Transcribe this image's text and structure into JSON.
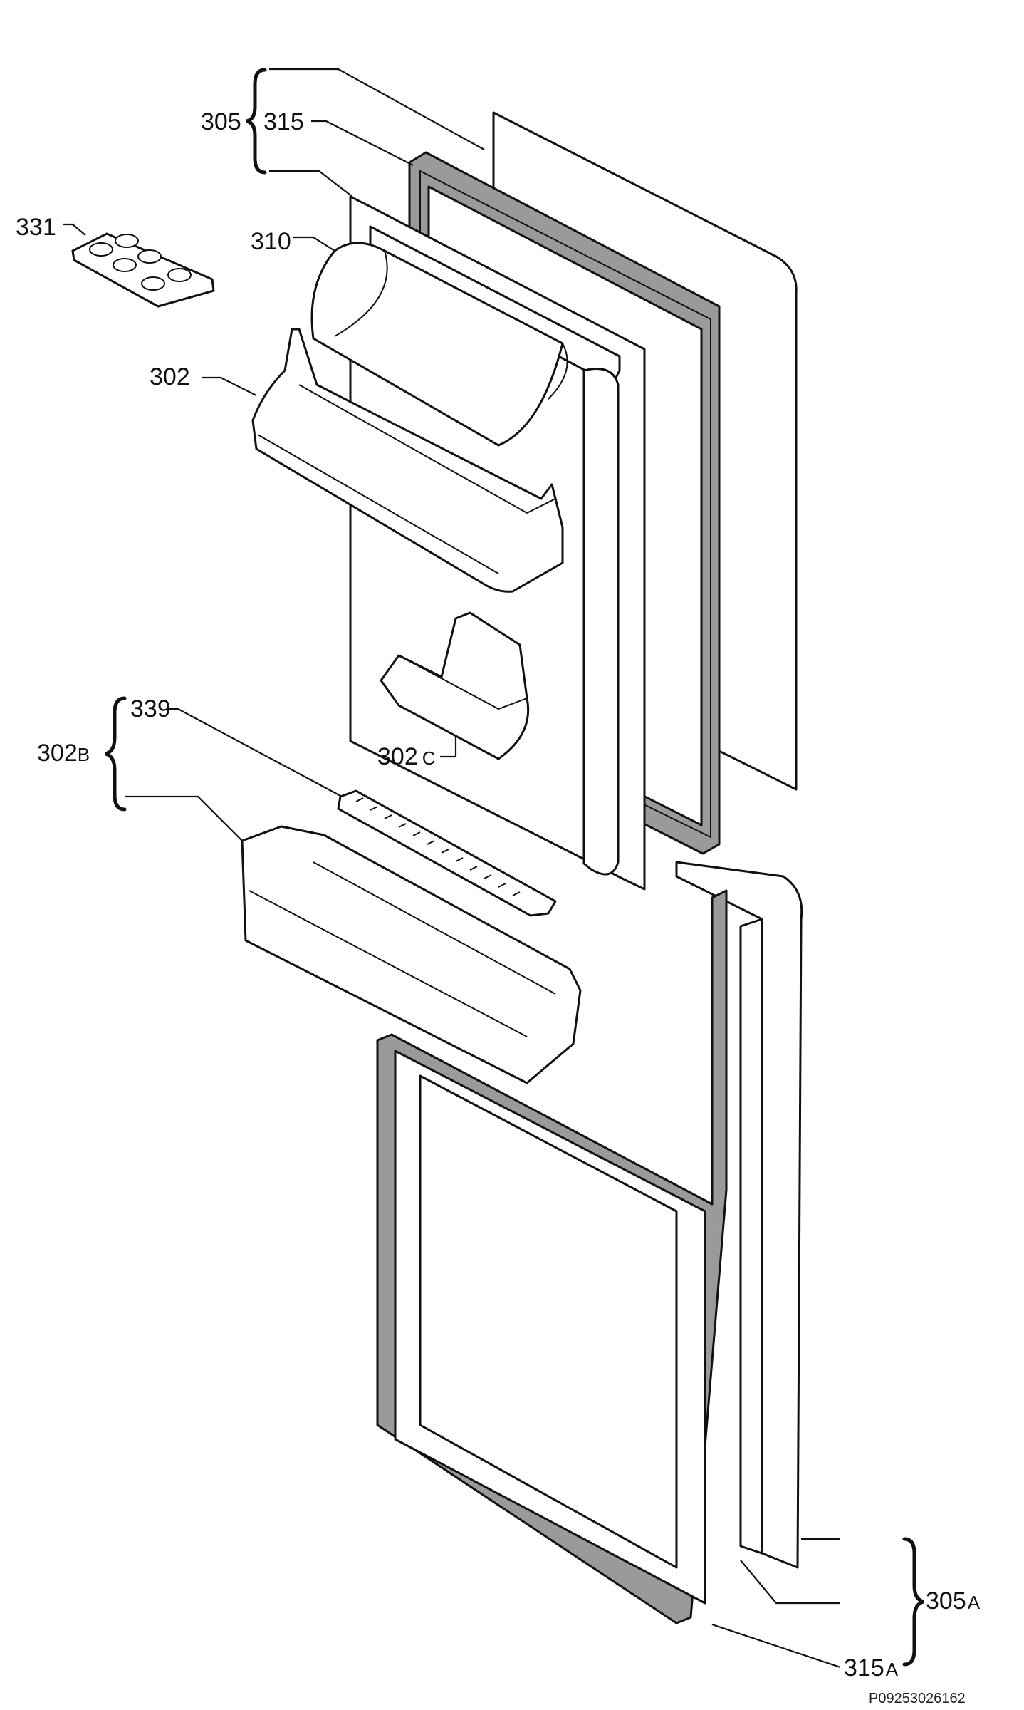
{
  "labels": {
    "l305": "305",
    "l315": "315",
    "l331": "331",
    "l310": "310",
    "l302": "302",
    "l339": "339",
    "l302b_num": "302",
    "l302b_sub": "B",
    "l302c_num": "302",
    "l302c_sub": "C",
    "l305a_num": "305",
    "l305a_sub": "A",
    "l315a_num": "315",
    "l315a_sub": "A"
  },
  "document_code": "P09253026162",
  "colors": {
    "line": "#111111",
    "gasket": "#9a9a9a",
    "background": "#ffffff"
  }
}
